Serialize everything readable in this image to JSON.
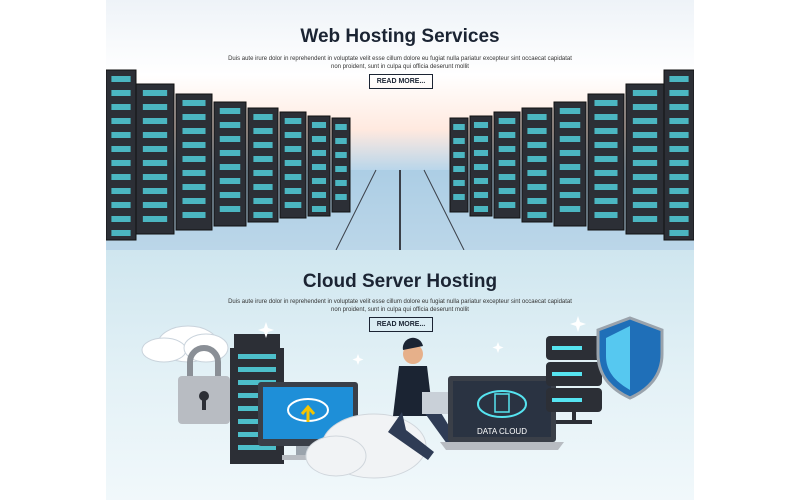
{
  "web_hosting": {
    "title": "Web Hosting Services",
    "description": "Duis aute irure dolor in reprehendent in voluptate velit esse cillum dolore eu fugiat nulla pariatur excepteur sint occaecat capidatat non proident, sunt in culpa qui officia deserunt mollit",
    "button_label": "READ MORE..."
  },
  "cloud_hosting": {
    "title": "Cloud Server Hosting",
    "description": "Duis aute irure dolor in reprehendent in voluptate velit esse cillum dolore eu fugiat nulla pariatur excepteur sint occaecat capidatat non proident, sunt in culpa qui officia deserunt mollit",
    "button_label": "READ MORE...",
    "laptop_label": "DATA CLOUD"
  },
  "colors": {
    "title": "#1b2433",
    "server_dark": "#2c2f36",
    "server_led": "#56e4f0",
    "accent_blue": "#1e8fd8",
    "shield_blue": "#1f6fb8"
  },
  "icons": [
    "cloud-icon",
    "padlock-icon",
    "upload-cloud-icon",
    "document-cloud-icon",
    "shield-icon",
    "database-icon",
    "sparkle-icon"
  ]
}
